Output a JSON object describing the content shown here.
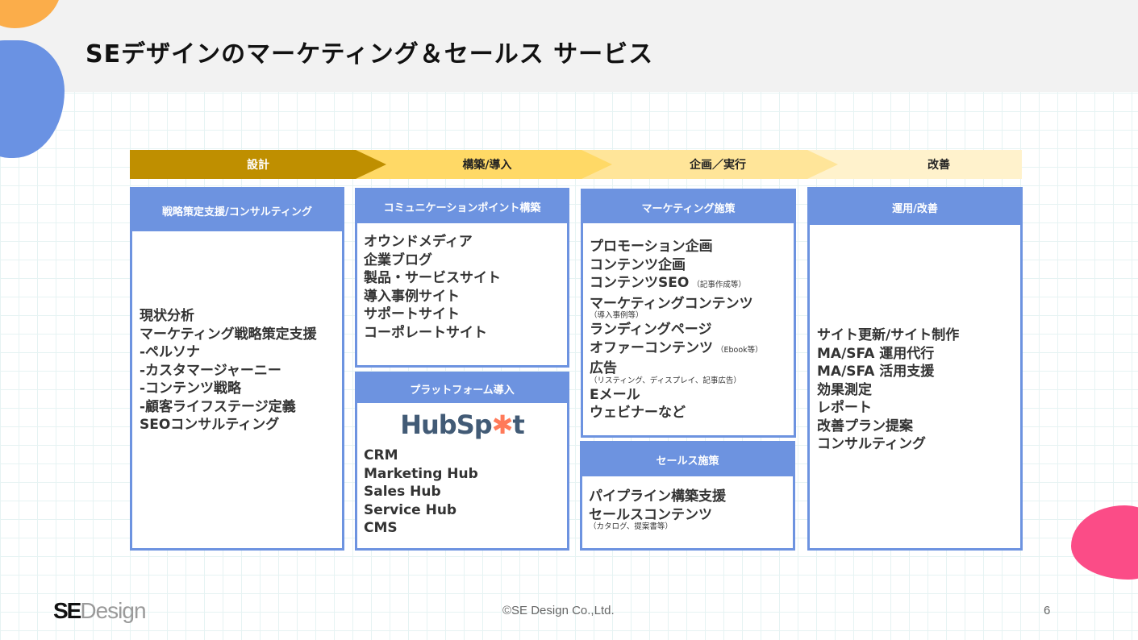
{
  "slide": {
    "title": "SEデザインのマーケティング＆セールス サービス",
    "colors": {
      "header_band": "#f2f2f2",
      "box_accent": "#6d93e0",
      "blob_orange": "#fbad4a",
      "blob_blue": "#6a92e3",
      "blob_pink": "#fb4c87"
    }
  },
  "phases": [
    {
      "label": "設計",
      "color": "#bf8f00"
    },
    {
      "label": "構築/導入",
      "color": "#ffd966"
    },
    {
      "label": "企画／実行",
      "color": "#ffe599"
    },
    {
      "label": "改善",
      "color": "#fff2cc"
    }
  ],
  "boxes": {
    "strategy": {
      "title": "戦略策定支援/コンサルティング",
      "items": [
        "現状分析",
        "マーケティング戦略策定支援",
        "-ペルソナ",
        "-カスタマージャーニー",
        "-コンテンツ戦略",
        "-顧客ライフステージ定義",
        "SEOコンサルティング"
      ]
    },
    "communication": {
      "title": "コミュニケーションポイント構築",
      "items": [
        "オウンドメディア",
        "企業ブログ",
        "製品・サービスサイト",
        "導入事例サイト",
        "サポートサイト",
        "コーポレートサイト"
      ]
    },
    "platform": {
      "title": "プラットフォーム導入",
      "logo": {
        "name": "HubSpot",
        "text_before": "HubSp",
        "text_icon": "o",
        "text_after": "t"
      },
      "items": [
        "CRM",
        "Marketing Hub",
        "Sales Hub",
        "Service Hub",
        "CMS"
      ]
    },
    "marketing": {
      "title": "マーケティング施策",
      "items": [
        {
          "text": "プロモーション企画"
        },
        {
          "text": "コンテンツ企画"
        },
        {
          "text": "コンテンツSEO",
          "inline_note": "（記事作成等）"
        },
        {
          "text": "マーケティングコンテンツ",
          "note": "（導入事例等）"
        },
        {
          "text": "ランディングページ"
        },
        {
          "text": "オファーコンテンツ",
          "inline_note": "（Ebook等）"
        },
        {
          "text": "広告",
          "note": "（リスティング、ディスプレイ、記事広告）"
        },
        {
          "text": "Eメール"
        },
        {
          "text": "ウェビナー",
          "trailing": "など"
        }
      ]
    },
    "sales": {
      "title": "セールス施策",
      "items": [
        {
          "text": "パイプライン構築支援"
        },
        {
          "text": "セールスコンテンツ",
          "note": "（カタログ、提案書等）"
        }
      ]
    },
    "operation": {
      "title": "運用/改善",
      "items": [
        "サイト更新/サイト制作",
        "MA/SFA 運用代行",
        "MA/SFA 活用支援",
        "効果測定",
        "レポート",
        "改善プラン提案",
        "コンサルティング"
      ]
    }
  },
  "footer": {
    "logo_bold": "SE",
    "logo_light": "Design",
    "copyright": "©SE Design Co.,Ltd.",
    "page_number": "6"
  }
}
